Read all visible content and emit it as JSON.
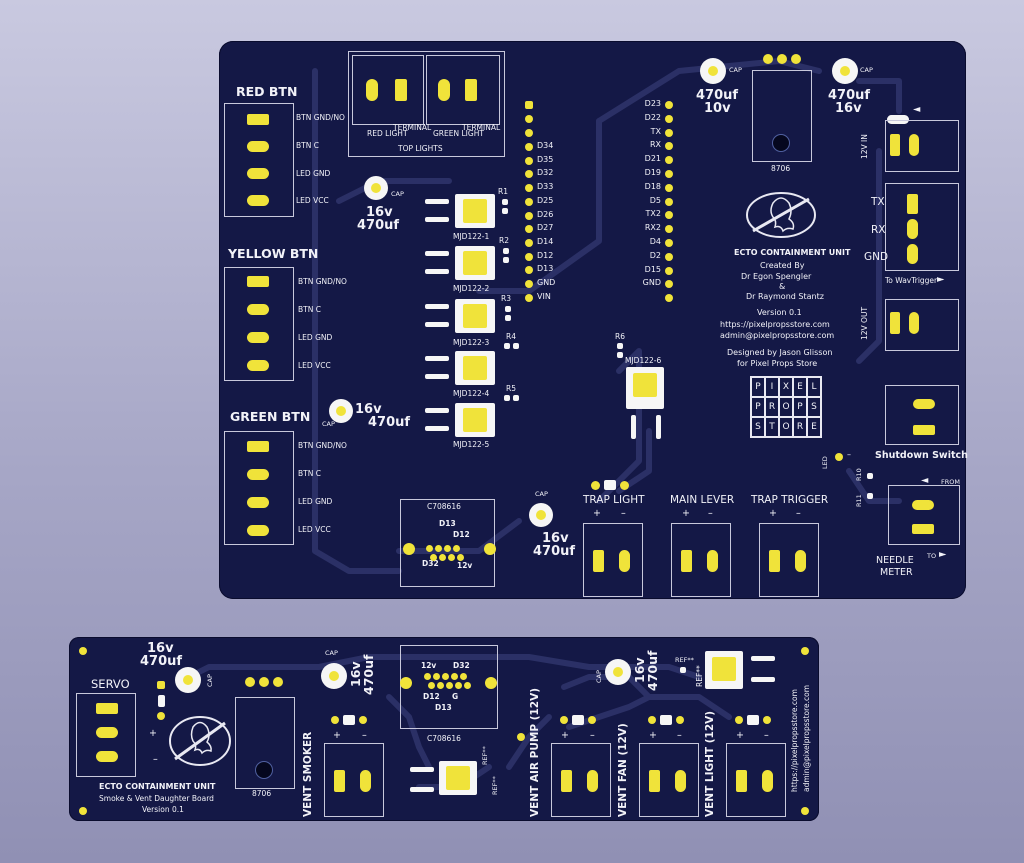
{
  "main_board": {
    "red_btn": {
      "title": "RED BTN",
      "pins": [
        "BTN GND/NO",
        "BTN C",
        "LED GND",
        "LED VCC"
      ]
    },
    "yellow_btn": {
      "title": "YELLOW BTN",
      "pins": [
        "BTN GND/NO",
        "BTN C",
        "LED GND",
        "LED VCC"
      ]
    },
    "green_btn": {
      "title": "GREEN BTN",
      "pins": [
        "BTN GND/NO",
        "BTN C",
        "LED GND",
        "LED VCC"
      ]
    },
    "top_lights": {
      "red_label": "RED LIGHT",
      "green_label": "GREEN LIGHT",
      "terminal": "TERMINAL",
      "title": "TOP LIGHTS"
    },
    "cap_label": "CAP",
    "cap_value_v": "16v",
    "cap_value_uf": "470uf",
    "cap_10v_uf": "470uf",
    "cap_10v_v": "10v",
    "resistors": [
      "R1",
      "R2",
      "R3",
      "R4",
      "R5",
      "R6"
    ],
    "transistors": [
      "MJD122-1",
      "MJD122-2",
      "MJD122-3",
      "MJD122-4",
      "MJD122-5",
      "MJD122-6"
    ],
    "mcu_left_pins": [
      "D34",
      "D35",
      "D32",
      "D33",
      "D25",
      "D26",
      "D27",
      "D14",
      "D12",
      "D13",
      "GND",
      "VIN"
    ],
    "mcu_right_pins": [
      "D23",
      "D22",
      "TX",
      "RX",
      "D21",
      "D19",
      "D18",
      "D5",
      "TX2",
      "RX2",
      "D4",
      "D2",
      "D15",
      "GND"
    ],
    "connector": {
      "part": "C708616",
      "d13": "D13",
      "d12": "D12",
      "d32": "D32",
      "v12": "12v"
    },
    "regulator": "8706",
    "info": {
      "title": "ECTO CONTAINMENT UNIT",
      "created_by": "Created By",
      "author1": "Dr Egon Spengler",
      "amp": "&",
      "author2": "Dr Raymond Stantz",
      "version": "Version 0.1",
      "url": "https://pixelpropsstore.com",
      "email": "admin@pixelpropsstore.com",
      "designed_by": "Designed by Jason Glisson",
      "for": "for Pixel Props Store"
    },
    "logo_letters": [
      "P",
      "I",
      "X",
      "E",
      "L",
      "P",
      "R",
      "O",
      "P",
      "S",
      "S",
      "T",
      "O",
      "R",
      "E"
    ],
    "v12_in": "12V IN",
    "v12_out": "12V OUT",
    "wav": {
      "tx": "TX",
      "rx": "RX",
      "gnd": "GND",
      "label": "To WavTrigger"
    },
    "shutdown": "Shutdown Switch",
    "led_label": "LED",
    "r10": "R10",
    "r11": "R11",
    "from": "FROM",
    "to": "TO",
    "needle": "NEEDLE",
    "meter": "METER",
    "trap_light": "TRAP LIGHT",
    "main_lever": "MAIN LEVER",
    "trap_trigger": "TRAP TRIGGER",
    "plus": "+",
    "minus": "–"
  },
  "daughter_board": {
    "servo": "SERVO",
    "title": "ECTO CONTAINMENT UNIT",
    "subtitle": "Smoke & Vent Daughter Board",
    "version": "Version 0.1",
    "regulator": "8706",
    "cap_label": "CAP",
    "cap_v": "16v",
    "cap_uf": "470uf",
    "connector": {
      "part": "C708616",
      "v12": "12v",
      "d32": "D32",
      "d12": "D12",
      "g": "G",
      "d13": "D13"
    },
    "vent_smoker": "VENT SMOKER",
    "vent_air_pump": "VENT AIR PUMP (12V)",
    "vent_fan": "VENT FAN (12V)",
    "vent_light": "VENT LIGHT (12V)",
    "ref": "REF**",
    "url": "https://pixelpropsstore.com",
    "email": "admin@pixelpropsstore.com",
    "plus": "+",
    "minus": "–"
  },
  "colors": {
    "board": "#141846",
    "trace": "#2a2f62",
    "pad": "#f0e33a",
    "silk": "#f2f2f8"
  }
}
